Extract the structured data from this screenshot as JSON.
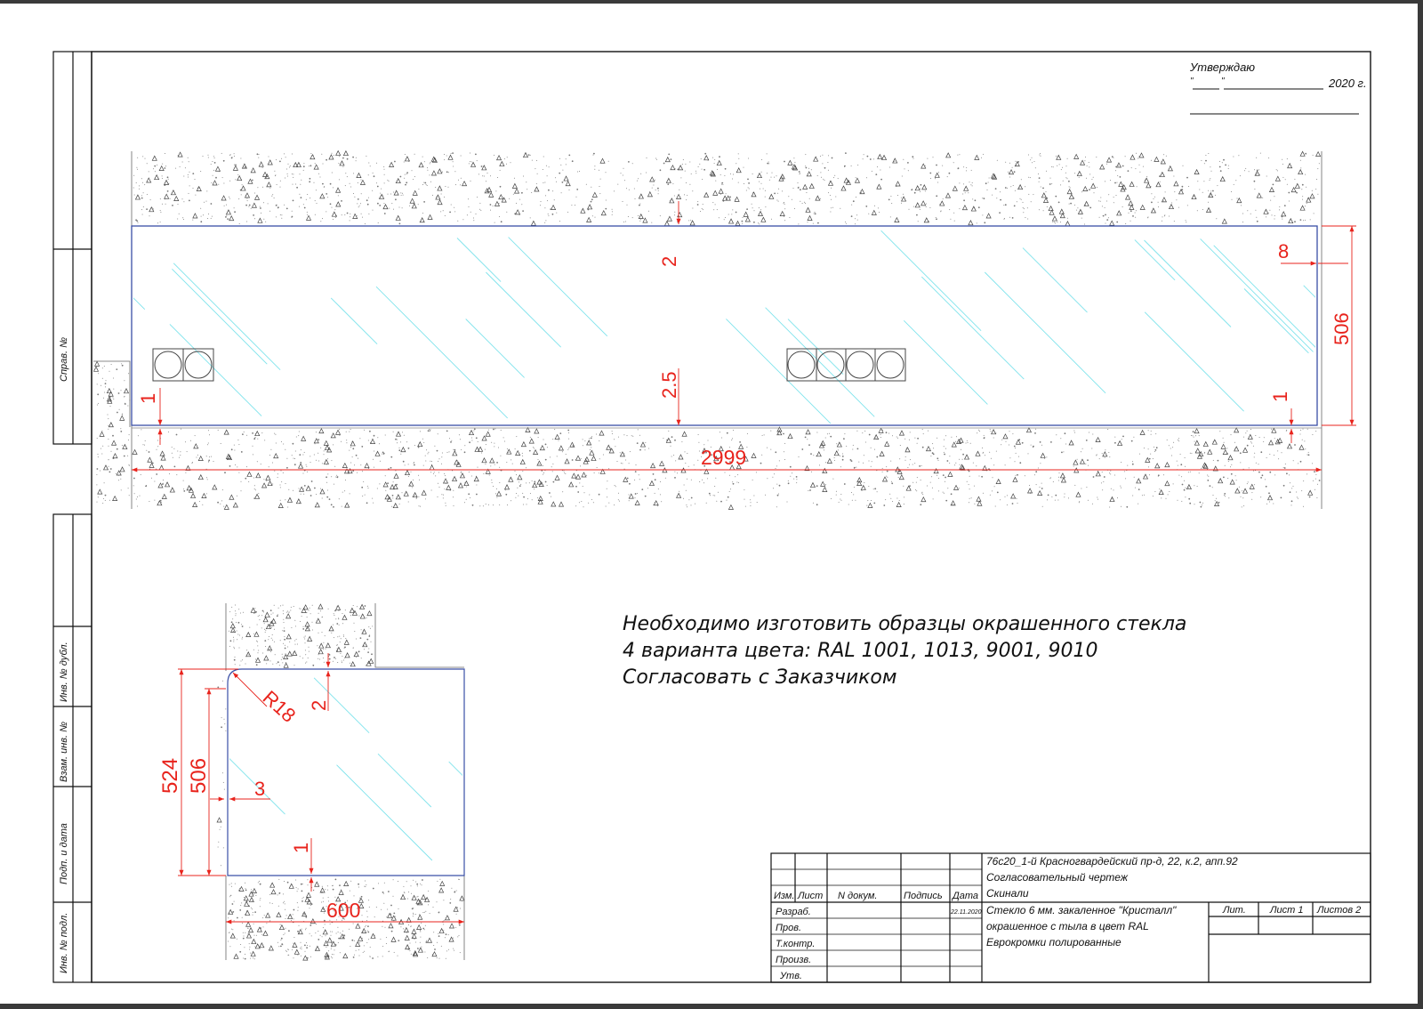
{
  "approval": {
    "title": "Утверждаю",
    "quote_open": "\"",
    "quote_close": "\"",
    "year": "2020 г."
  },
  "side_stamp": {
    "sprav": "Справ. №",
    "inv_dubl": "Инв. № дубл.",
    "vzam_inv": "Взам. инв. №",
    "podp_data": "Подп. и дата",
    "inv_podl": "Инв. № подл."
  },
  "dimensions": {
    "top_gap_top": "2",
    "top_gap_bottom": "2.5",
    "right_gap": "8",
    "height_right": "506",
    "left_bottom_gap": "1",
    "right_bottom_gap": "1",
    "total_width": "2999",
    "detail_radius": "R18",
    "detail_top_gap": "2",
    "detail_outer_height": "524",
    "detail_inner_height": "506",
    "detail_left_gap": "3",
    "detail_bottom_gap": "1",
    "detail_width": "600"
  },
  "notes": [
    "Необходимо изготовить образцы окрашенного стекла",
    "4 варианта цвета: RAL 1001, 1013, 9001, 9010",
    "Согласовать с Заказчиком"
  ],
  "title_block": {
    "headers": [
      "Изм.",
      "Лист",
      "N докум.",
      "Подпись",
      "Дата"
    ],
    "roles": [
      "Разраб.",
      "Пров.",
      "Т.контр.",
      "Произв.",
      "Утв."
    ],
    "date": "22.11.2020",
    "project_lines": [
      "76с20_1-й Красногвардейский пр-д, 22, к.2, апп.92",
      "Согласовательный чертеж",
      "Скинали"
    ],
    "description_lines": [
      "Стекло 6 мм. закаленное \"Кристалл\"",
      "окрашенное с тыла в цвет RAL",
      "Еврокромки полированные"
    ],
    "lit_label": "Лит.",
    "sheet_label": "Лист 1",
    "sheets_label": "Листов 2"
  },
  "colors": {
    "dimension": "#e8231c",
    "glass_edge": "#3a4fa6",
    "glass_hatch": "#7fe3ec",
    "frame": "#111111"
  }
}
